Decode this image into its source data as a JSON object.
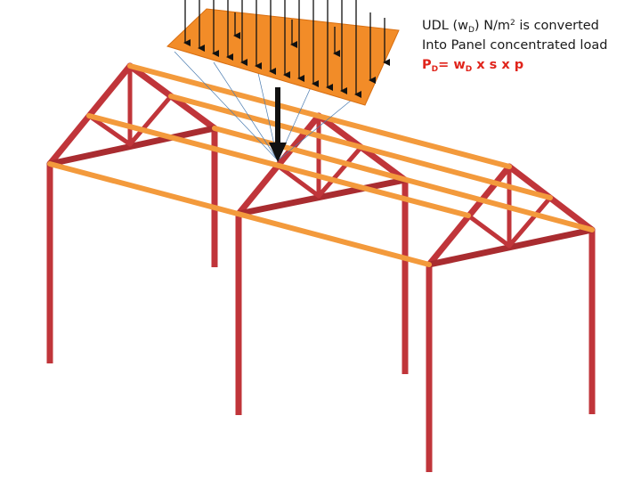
{
  "caption": {
    "line1_pre": "UDL (w",
    "line1_sub": "D",
    "line1_mid": ") N/m",
    "line1_sup": "2",
    "line1_post": " is converted",
    "line2": "Into Panel concentrated load",
    "formula_p": "P",
    "formula_psub": "D",
    "formula_eq": "= w",
    "formula_wsub": "D",
    "formula_rest": " x s x p"
  },
  "colors": {
    "frame": "#c0353a",
    "frame_dark": "#9e2a2e",
    "purlin": "#f39a3c",
    "panel": "#f28c28",
    "arrow": "#111111",
    "formula": "#e0241b"
  }
}
